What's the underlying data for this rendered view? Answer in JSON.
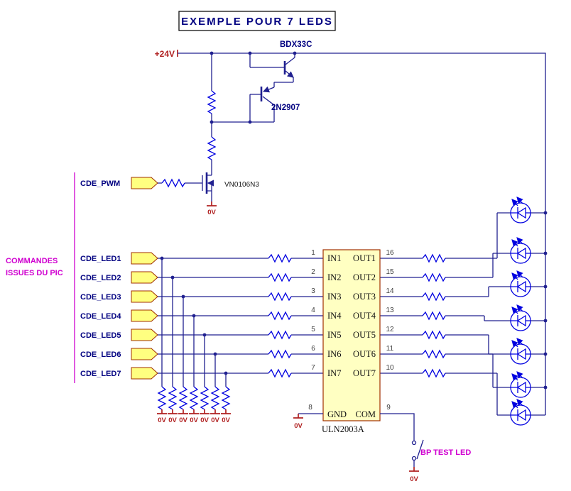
{
  "title": "EXEMPLE POUR 7 LEDS",
  "power": {
    "vcc": "+24V",
    "gnd": "0V"
  },
  "annotations": {
    "group_line1": "COMMANDES",
    "group_line2": "ISSUES DU PIC",
    "test_button": "BP TEST LED"
  },
  "signals": {
    "pwm": "CDE_PWM",
    "leds": [
      "CDE_LED1",
      "CDE_LED2",
      "CDE_LED3",
      "CDE_LED4",
      "CDE_LED5",
      "CDE_LED6",
      "CDE_LED7"
    ]
  },
  "components": {
    "darlington": "BDX33C",
    "pnp": "2N2907",
    "mosfet": "VN0106N3",
    "driver": "ULN2003A"
  },
  "driver_pins": {
    "inputs": [
      {
        "num": "1",
        "name": "IN1"
      },
      {
        "num": "2",
        "name": "IN2"
      },
      {
        "num": "3",
        "name": "IN3"
      },
      {
        "num": "4",
        "name": "IN4"
      },
      {
        "num": "5",
        "name": "IN5"
      },
      {
        "num": "6",
        "name": "IN6"
      },
      {
        "num": "7",
        "name": "IN7"
      }
    ],
    "outputs": [
      {
        "num": "16",
        "name": "OUT1"
      },
      {
        "num": "15",
        "name": "OUT2"
      },
      {
        "num": "14",
        "name": "OUT3"
      },
      {
        "num": "13",
        "name": "OUT4"
      },
      {
        "num": "12",
        "name": "OUT5"
      },
      {
        "num": "11",
        "name": "OUT6"
      },
      {
        "num": "10",
        "name": "OUT7"
      }
    ],
    "gnd": {
      "num": "8",
      "name": "GND"
    },
    "com": {
      "num": "9",
      "name": "COM"
    }
  },
  "colors": {
    "wire": "#202090",
    "resistor": "#0000E0",
    "led": "#0000E0",
    "signal_label": "#000080",
    "power_label": "#B02020",
    "magenta": "#D000D0",
    "chip_fill": "#FFFFC2",
    "component_outline": "#A03000",
    "tag_fill": "#FFFF80"
  }
}
